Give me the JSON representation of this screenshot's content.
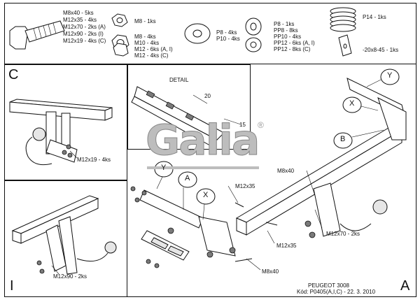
{
  "parts_list": {
    "bolt_lines": [
      "M8x40 - 5ks",
      "M12x35 - 4ks",
      "M12x70 - 2ks (A)",
      "M12x90 - 2ks (I)",
      "M12x19 - 4ks (C)"
    ],
    "nut_top_line": "M8 - 1ks",
    "nut_lines": [
      "M8 - 4ks",
      "M10 - 4ks",
      "M12 - 6ks (A, I)",
      "M12 - 4ks (C)"
    ],
    "washer_lines": [
      "P8 - 4ks",
      "P10 - 4ks"
    ],
    "spring_washer_lines": [
      "P8 - 1ks",
      "PP8 - 8ks",
      "PP10 - 4ks",
      "PP12 - 6ks (A, I)",
      "PP12 - 8ks (C)"
    ],
    "spring_line": "P14 - 1ks",
    "spacer_line": "-20x8-45 - 1ks"
  },
  "detail": {
    "title": "DETAIL",
    "dim_a": "20",
    "dim_b": "15"
  },
  "logo": {
    "text": "Galia",
    "mark": "®"
  },
  "panels": {
    "c": "C",
    "i": "I",
    "a": "A"
  },
  "callouts": {
    "y": "Y",
    "x": "X",
    "a": "A",
    "b": "B"
  },
  "labels": {
    "c_bolt": "M12x19 - 4ks",
    "i_bolt": "M12x90 - 2ks",
    "a_bolt_top": "M8x40",
    "a_bolt_right": "M12x70 - 2ks",
    "mid_bolt_top": "M12x35",
    "mid_bolt_bottom": "M12x35",
    "mid_bolt_m8": "M8x40"
  },
  "title_block": {
    "vehicle": "PEUGEOT 3008",
    "code": "Kód: P0405(A,I,C) - 22. 3. 2010"
  }
}
